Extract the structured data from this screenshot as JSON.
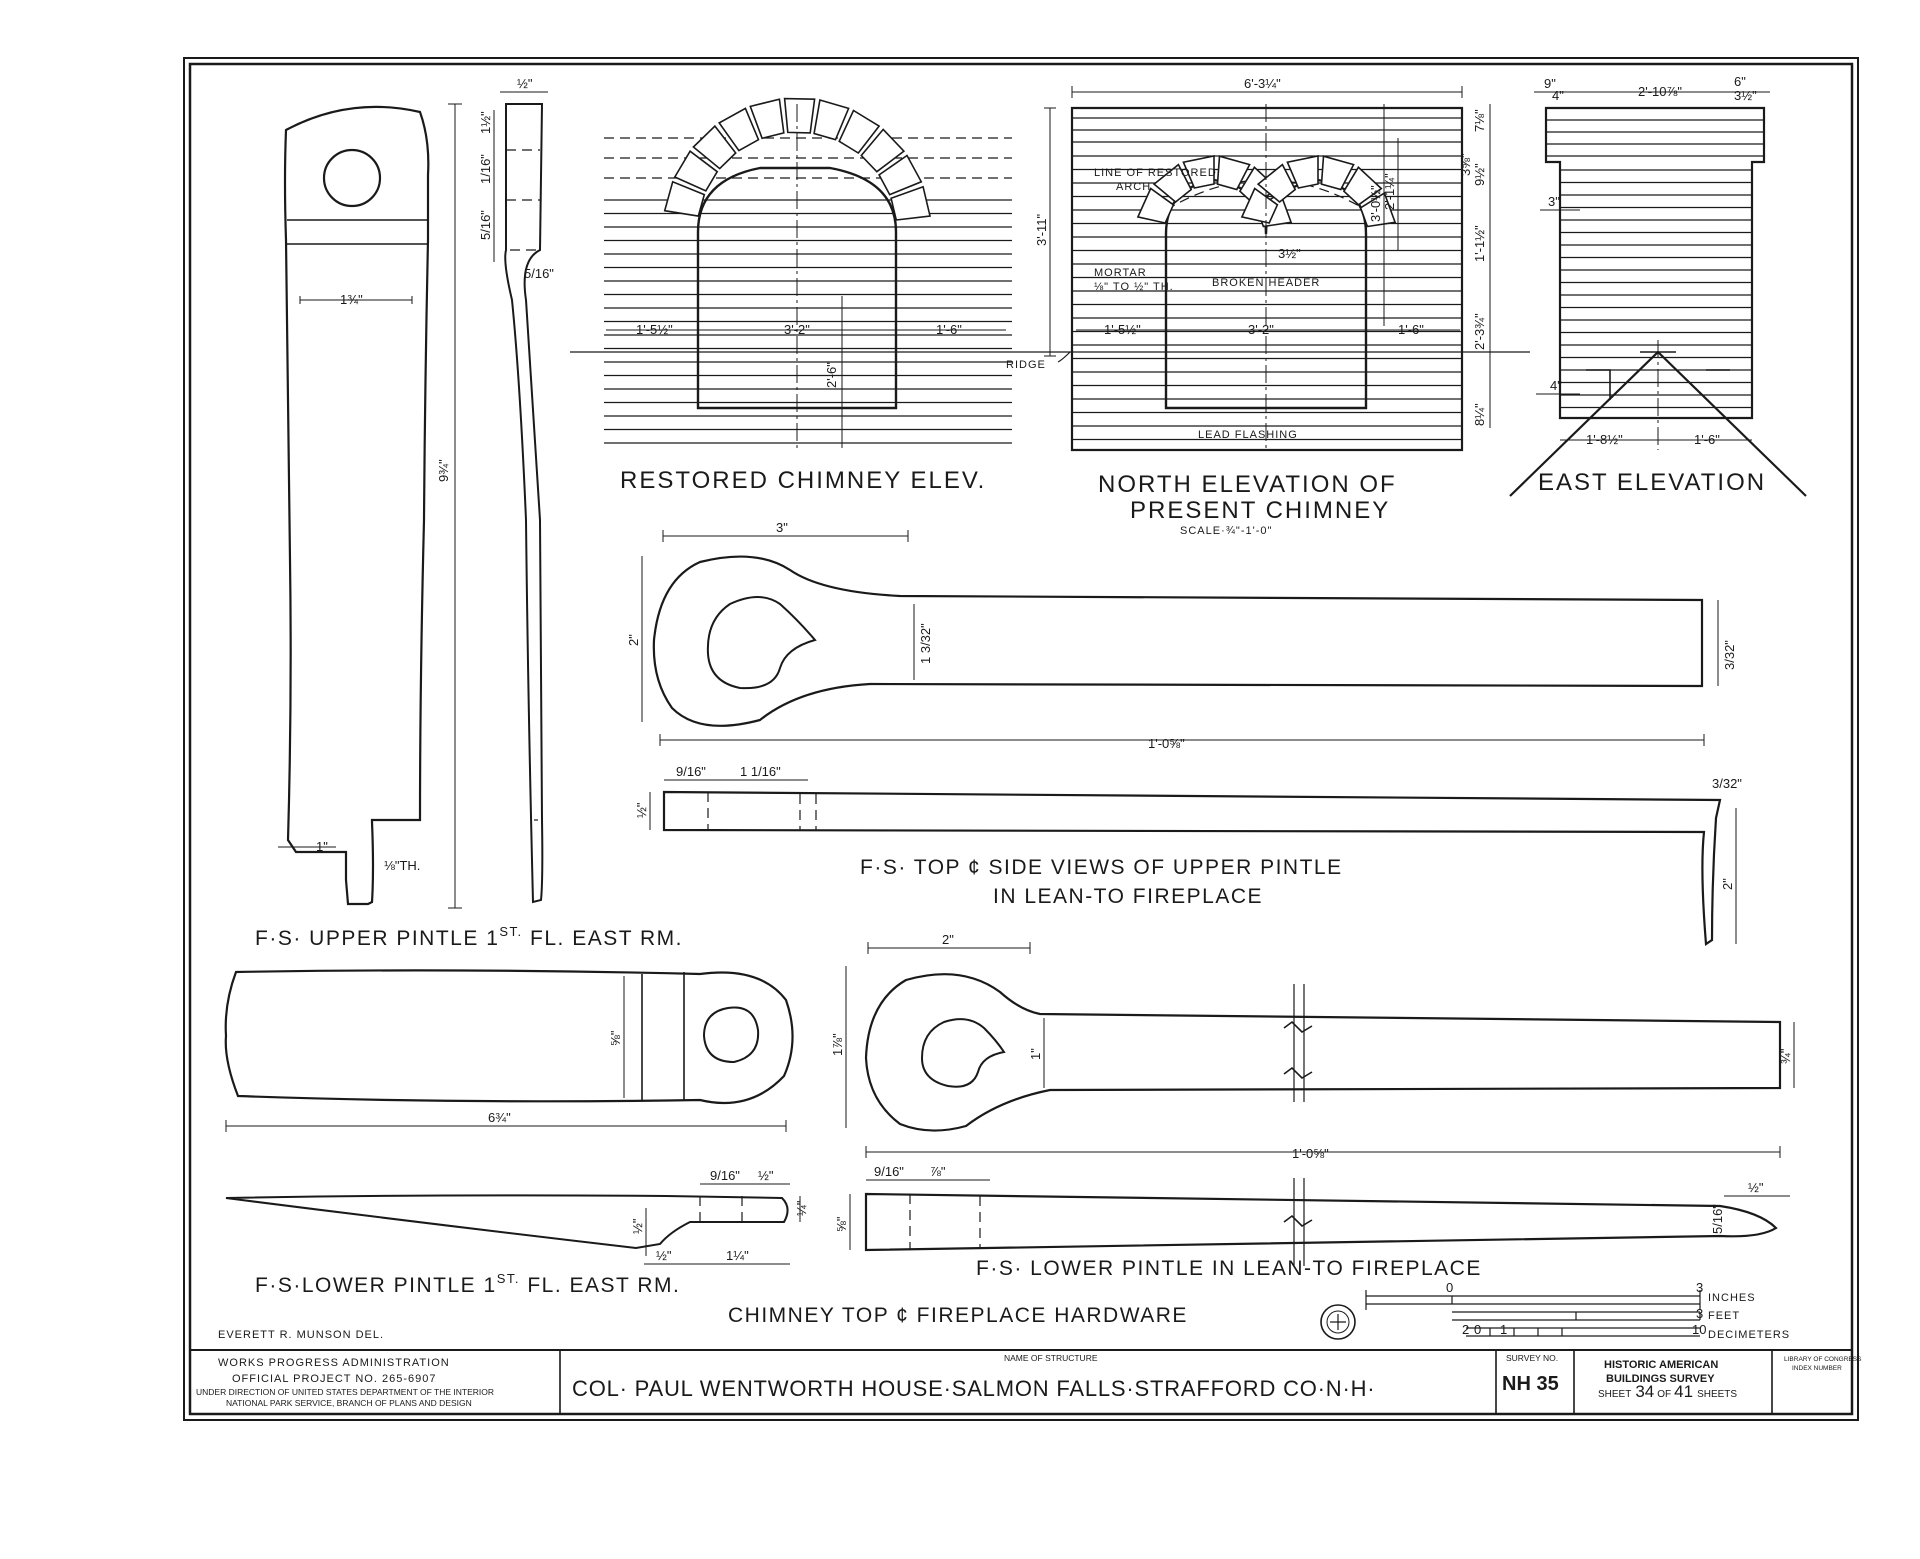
{
  "views": {
    "restored_chimney": {
      "title": "RESTORED CHIMNEY ELEV.",
      "dims": [
        "1'-5½\"",
        "3'-2\"",
        "1'-6\"",
        "2'-6\""
      ]
    },
    "north_elevation": {
      "title_line1": "NORTH ELEVATION OF",
      "title_line2": "PRESENT CHIMNEY",
      "scale": "SCALE·¾\"-1'-0\"",
      "notes": {
        "line_of_restored": "LINE OF RESTORED",
        "arch": "ARCH",
        "mortar": "MORTAR",
        "mortar_thk": "⅛\" TO ½\" TH.",
        "broken_header": "BROKEN HEADER",
        "lead_flashing": "LEAD FLASHING",
        "ridge": "RIDGE"
      },
      "dims": [
        "6'-3¼\"",
        "1'-5½\"",
        "3'-2\"",
        "1'-6\"",
        "3'-11\"",
        "3'-0½\"",
        "3½\"",
        "2'-1¼\"",
        "7⅛\"",
        "9½\"",
        "1'-1½\"",
        "2'-3¾\"",
        "8¼\"",
        "3⅝\""
      ]
    },
    "east_elevation": {
      "title": "EAST ELEVATION",
      "dims": [
        "9\"",
        "4\"",
        "2'-10⅞\"",
        "6\"",
        "3½\"",
        "3\"",
        "4\"",
        "1'-8½\"",
        "1'-6\""
      ]
    },
    "upper_pintle_east": {
      "title_a": "F·S· UPPER PINTLE 1",
      "title_sup": "ST.",
      "title_b": " FL. EAST RM.",
      "dims": [
        "1¾\"",
        "9¾\"",
        "1\"",
        "⅛\"TH.",
        "½\"",
        "1½\"",
        "1/16\"",
        "5/16\"",
        "5/16\"",
        "⅛\""
      ]
    },
    "upper_pintle_leanto": {
      "title_line1": "F·S· TOP ¢ SIDE VIEWS OF UPPER PINTLE",
      "title_line2": "IN LEAN-TO FIREPLACE",
      "dims": [
        "3\"",
        "2\"",
        "1 3/32\"",
        "3/32\"",
        "1'-0⅝\"",
        "9/16\"",
        "1 1/16\"",
        "½\"",
        "3/32\"",
        "2\""
      ]
    },
    "lower_pintle_east": {
      "title_a": "F·S·LOWER PINTLE 1",
      "title_sup": "ST.",
      "title_b": " FL. EAST RM.",
      "dims": [
        "⅝\"",
        "6¾\"",
        "9/16\"",
        "½\"",
        "¼\"",
        "½\"",
        "½\"",
        "1¼\""
      ]
    },
    "lower_pintle_leanto": {
      "title": "F·S· LOWER PINTLE IN LEAN-TO FIREPLACE",
      "dims": [
        "2\"",
        "1⅞\"",
        "1\"",
        "¾\"",
        "1'-0⅝\"",
        "9/16\"",
        "⅞\"",
        "⅝\"",
        "½\"",
        "5/16\""
      ]
    }
  },
  "sheet_title": "CHIMNEY TOP ¢ FIREPLACE HARDWARE",
  "scale_bar": {
    "labels": [
      "INCHES",
      "FEET",
      "DECIMETERS"
    ],
    "ticks_top": [
      "0",
      "3"
    ],
    "ticks_mid": [
      "3"
    ],
    "ticks_bottom": [
      "2",
      "0",
      "1",
      "10"
    ]
  },
  "delineator": "EVERETT R. MUNSON     DEL.",
  "title_block": {
    "agency_1": "WORKS PROGRESS ADMINISTRATION",
    "agency_2": "OFFICIAL PROJECT NO. 265-6907",
    "agency_3": "UNDER DIRECTION OF UNITED STATES DEPARTMENT OF THE INTERIOR",
    "agency_4": "NATIONAL PARK SERVICE, BRANCH OF PLANS AND DESIGN",
    "name_label": "NAME OF STRUCTURE",
    "structure_name": "COL· PAUL WENTWORTH HOUSE·SALMON FALLS·STRAFFORD CO·N·H·",
    "survey_label": "SURVEY NO.",
    "survey_no": "NH 35",
    "habs_1": "HISTORIC AMERICAN",
    "habs_2": "BUILDINGS SURVEY",
    "sheet_word": "SHEET",
    "sheet_no": "34",
    "of_word": "OF",
    "sheet_total": "41",
    "sheets_word": "SHEETS",
    "loc_1": "LIBRARY OF CONGRESS",
    "loc_2": "INDEX NUMBER"
  },
  "colors": {
    "ink": "#1a1a1a",
    "paper": "#ffffff"
  },
  "icons": [
    "national-park-service-seal-icon"
  ]
}
